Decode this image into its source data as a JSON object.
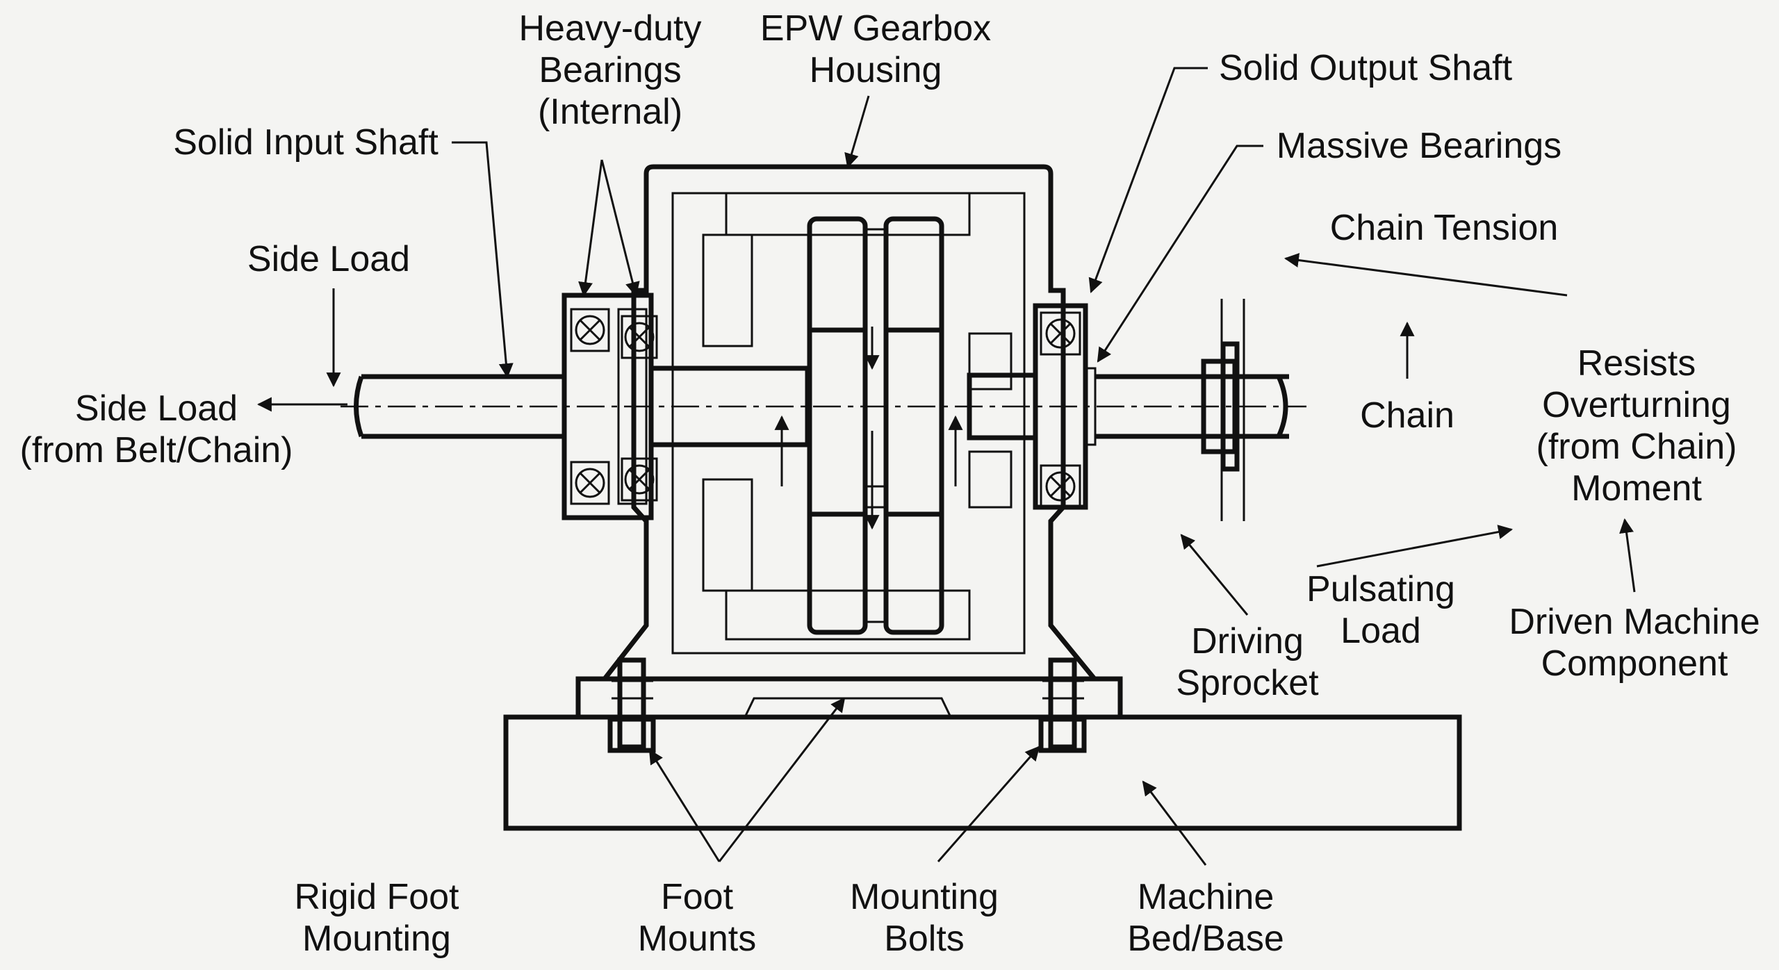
{
  "labels": {
    "heavy_duty_bearings": [
      "Heavy-duty",
      "Bearings",
      "(Internal)"
    ],
    "epw_gearbox_housing": [
      "EPW Gearbox",
      "Housing"
    ],
    "solid_output_shaft": [
      "Solid Output Shaft"
    ],
    "massive_bearings": [
      "Massive Bearings"
    ],
    "solid_input_shaft": [
      "Solid Input Shaft"
    ],
    "side_load_top": [
      "Side Load"
    ],
    "side_load_from_belt": [
      "Side Load",
      "(from Belt/Chain)"
    ],
    "chain_tension": [
      "Chain Tension"
    ],
    "chain": [
      "Chain"
    ],
    "resists_overturning": [
      "Resists",
      "Overturning",
      "(from Chain)",
      "Moment"
    ],
    "pulsating_load": [
      "Pulsating",
      "Load"
    ],
    "driving_sprocket": [
      "Driving",
      "Sprocket"
    ],
    "driven_machine_component": [
      "Driven Machine",
      "Component"
    ],
    "rigid_foot_mounting": [
      "Rigid Foot",
      "Mounting"
    ],
    "foot_mounts": [
      "Foot",
      "Mounts"
    ],
    "mounting_bolts": [
      "Mounting",
      "Bolts"
    ],
    "machine_bed_base": [
      "Machine",
      "Bed/Base"
    ]
  },
  "colors": {
    "ink": "#111111",
    "paper": "#f4f4f2"
  }
}
